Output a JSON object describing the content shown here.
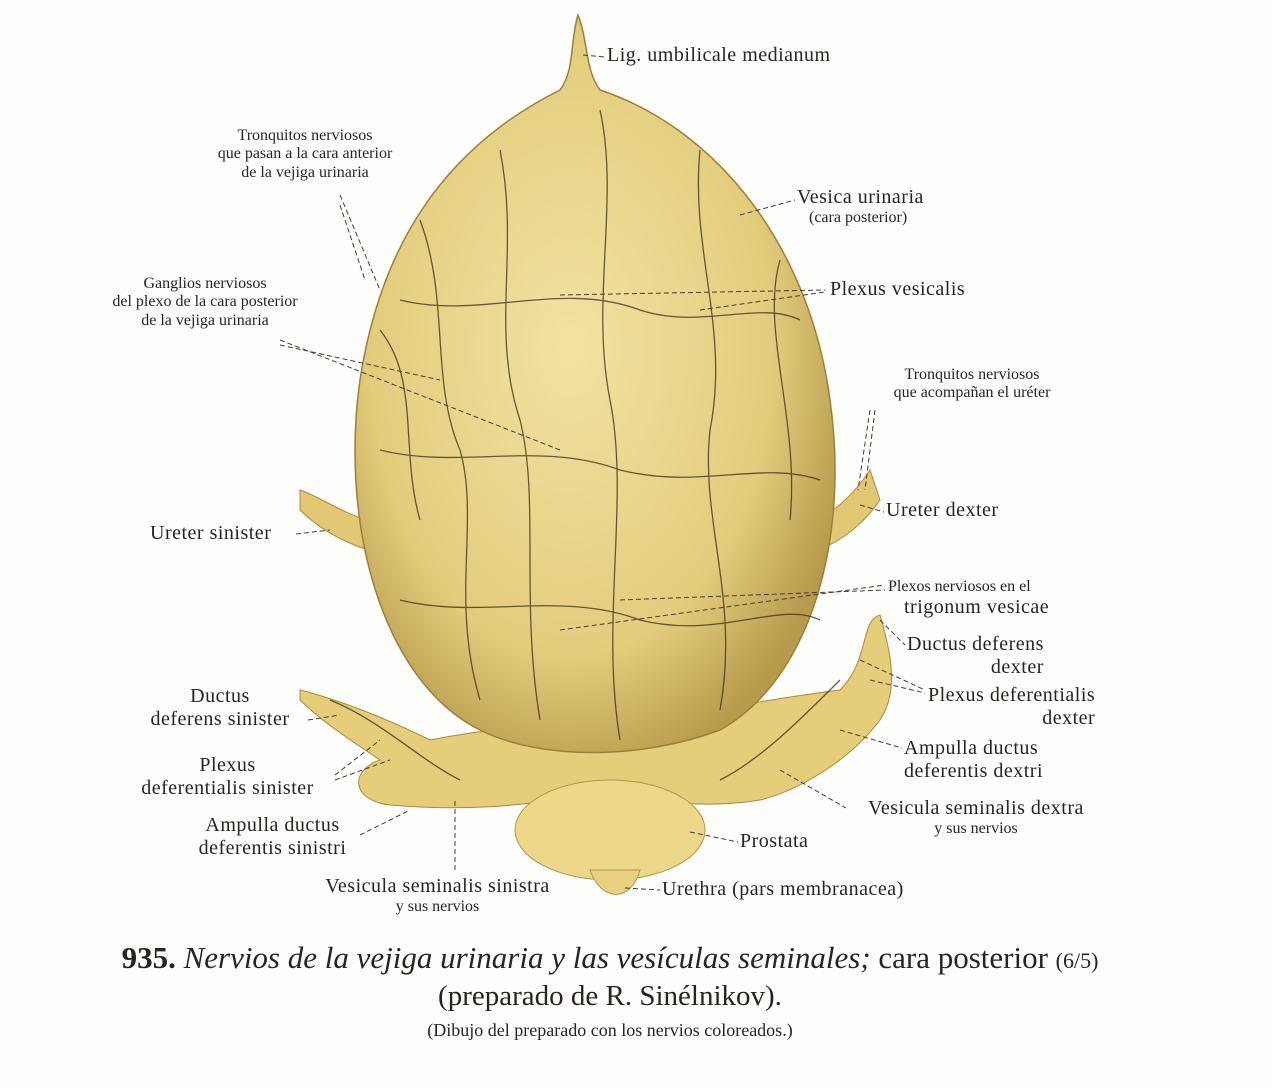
{
  "labels": {
    "lig_umbilicale": "Lig. umbilicale medianum",
    "tronquitos_ant": [
      "Tronquitos nerviosos",
      "que pasan a la cara anterior",
      "de la vejiga urinaria"
    ],
    "vesica": [
      "Vesica urinaria",
      "(cara posterior)"
    ],
    "plexus_vesicalis": "Plexus vesicalis",
    "ganglios": [
      "Ganglios nerviosos",
      "del plexo de la cara posterior",
      "de la vejiga urinaria"
    ],
    "tronquitos_ureter": [
      "Tronquitos nerviosos",
      "que acompañan el uréter"
    ],
    "ureter_sinister": "Ureter sinister",
    "ureter_dexter": "Ureter dexter",
    "plexos_trigonum": [
      "Plexos nerviosos en el",
      "trigonum vesicae"
    ],
    "ductus_dexter": [
      "Ductus deferens",
      "dexter"
    ],
    "plexus_def_dexter": [
      "Plexus deferentialis",
      "dexter"
    ],
    "ampulla_dextri": [
      "Ampulla ductus",
      "deferentis dextri"
    ],
    "vesicula_dextra": [
      "Vesicula seminalis dextra",
      "y sus nervios"
    ],
    "prostata": "Prostata",
    "urethra": "Urethra (pars membranacea)",
    "ductus_sinister": [
      "Ductus",
      "deferens sinister"
    ],
    "plexus_def_sinister": [
      "Plexus",
      "deferentialis sinister"
    ],
    "ampulla_sinistri": [
      "Ampulla ductus",
      "deferentis sinistri"
    ],
    "vesicula_sinistra": [
      "Vesicula seminalis sinistra",
      "y sus nervios"
    ]
  },
  "caption": {
    "number": "935.",
    "title_italic": "Nervios de la vejiga urinaria y las vesículas seminales;",
    "title_rest": "cara posterior",
    "scale": "(6/5)",
    "line2": "(preparado de R. Sinélnikov).",
    "line3": "(Dibujo del preparado con los nervios coloreados.)"
  },
  "colors": {
    "tissue": "#e9d58a",
    "tissue_shadow": "#b99a4a",
    "nerve": "#3a2a1e",
    "text": "#2a2320"
  }
}
